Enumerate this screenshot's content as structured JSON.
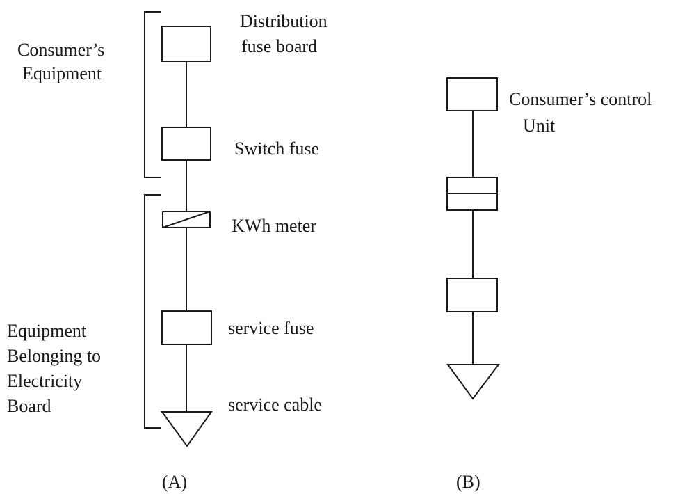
{
  "diagram_a": {
    "caption": "(A)",
    "groups": {
      "consumer": [
        "Consumer’s",
        "Equipment"
      ],
      "board": [
        "Equipment",
        "Belonging to",
        "Electricity",
        "Board"
      ]
    },
    "labels": {
      "distribution": [
        "Distribution",
        "fuse board"
      ],
      "switch_fuse": "Switch fuse",
      "meter": "KWh meter",
      "service_fuse": "service fuse",
      "service_cable": "service cable"
    }
  },
  "diagram_b": {
    "caption": "(B)",
    "labels": {
      "control_unit": [
        "Consumer’s control",
        "Unit"
      ]
    }
  },
  "colors": {
    "ink": "#1a1a1a",
    "background": "#ffffff"
  }
}
